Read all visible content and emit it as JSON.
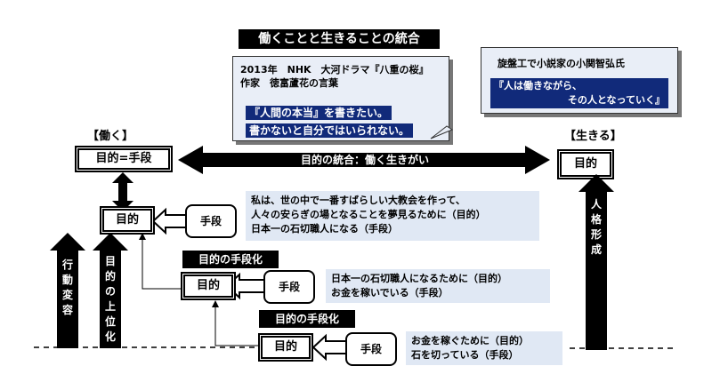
{
  "title": "働くことと生きることの統合",
  "callout_left": {
    "line1": "2013年　NHK　大河ドラマ『八重の桜』",
    "line2": "作家　徳富蘆花の言葉",
    "quote1": "『人間の本当』を書きたい。",
    "quote2": "書かないと自分ではいられない。"
  },
  "callout_right": {
    "line1": "旋盤工で小説家の小関智弘氏",
    "quote1": "『人は働きながら、",
    "quote2": "その人となっていく』"
  },
  "left_label": "【働く】",
  "right_label": "【生きる】",
  "purpose_equals_means": "目的=手段",
  "purpose_right": "目的",
  "integration_arrow": "目的の統合：働く生きがい",
  "level1": {
    "purpose": "目的",
    "means": "手段",
    "desc1": "私は、世の中で一番すばらしい大教会を作って、",
    "desc2": "人々の安らぎの場となることを夢見るために（目的）",
    "desc3": "日本一の石切職人になる（手段）"
  },
  "level2": {
    "tag": "目的の手段化",
    "purpose": "目的",
    "means": "手段",
    "desc1": "日本一の石切職人になるために（目的）",
    "desc2": "お金を稼いでいる（手段）"
  },
  "level3": {
    "tag": "目的の手段化",
    "purpose": "目的",
    "means": "手段",
    "desc1": "お金を稼ぐために（目的）",
    "desc2": "石を切っている（手段）"
  },
  "behavior_change": "行動変容",
  "purpose_upgrade": "目的の上位化",
  "personality_formation": "人格形成",
  "colors": {
    "highlight": "#112a7a",
    "callout_bg": "#e9eef7",
    "desc_bg": "#e0e8f4"
  }
}
